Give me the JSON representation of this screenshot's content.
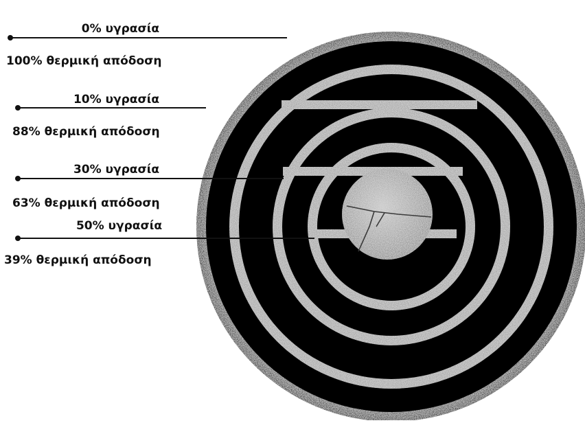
{
  "colors": {
    "ink": "#111111",
    "wood_light": "#b8b8b8",
    "wood_dark": "#6a6a6a",
    "gap": "#000000",
    "background": "#ffffff"
  },
  "callouts": [
    {
      "moisture": "0% υγρασία",
      "efficiency": "100% θερμική απόδοση"
    },
    {
      "moisture": "10% υγρασία",
      "efficiency": "88% θερμική απόδοση"
    },
    {
      "moisture": "30% υγρασία",
      "efficiency": "63% θερμική απόδοση"
    },
    {
      "moisture": "50% υγρασία",
      "efficiency": "39% θερμική απόδοση"
    }
  ]
}
